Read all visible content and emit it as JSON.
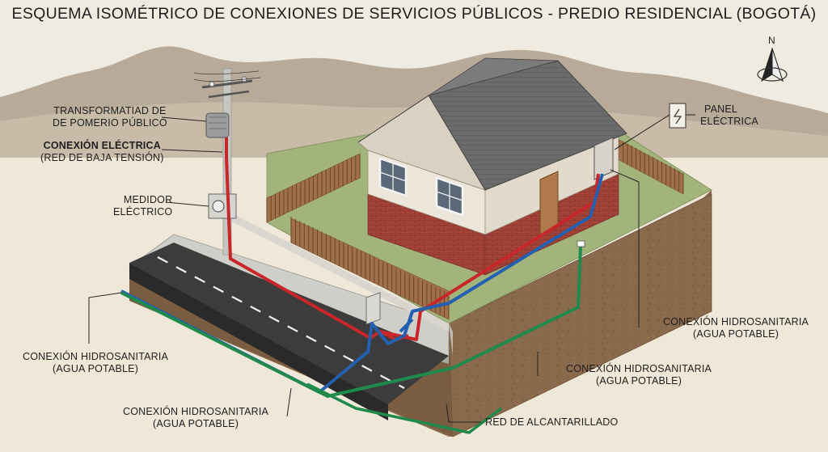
{
  "title": "ESQUEMA ISOMÉTRICO DE CONEXIONES DE SERVICIOS PÚBLICOS - PREDIO RESIDENCIAL (BOGOTÁ)",
  "compass": {
    "north": "N",
    "icon": "north-arrow-icon"
  },
  "labels": {
    "transformer": [
      "TRANSFORMATIAD DE",
      "DE POMERIO PÚBLICO"
    ],
    "electric_connection": [
      "CONEXIÓN ELÉCTRICA",
      "(RED DE BAJA TENSIÓN)"
    ],
    "meter": [
      "MEDIDOR",
      "ELÉCTRICO"
    ],
    "panel": [
      "PANEL",
      "ELÉCTRICA"
    ],
    "water_right": [
      "CONEXIÓN HIDROSANITARIA",
      "(AGUA POTABLE)"
    ],
    "water_left": [
      "CONEXIÓN HIDROSANITARIA",
      "(AGUA POTABLE)"
    ],
    "water_middle": [
      "CONEXIÓN HIDROSANITARIA",
      "(AGUA POTABLE)"
    ],
    "water_bottom": [
      "CONEXIÓN HIDROSANITARIA",
      "(AGUA POTABLE)"
    ],
    "sewer": "RED DE ALCANTARILLADO"
  },
  "colors": {
    "electric": "#c8262a",
    "water": "#2360b0",
    "sewer": "#1f8a4c",
    "brick": "#a8453a",
    "roof": "#6e6e6e",
    "wall": "#ece6da",
    "grass": "#a3b37c",
    "soil": "#8a6a4c",
    "asphalt": "#3c3c3c",
    "fence": "#a0704a",
    "mountains": "#b8aa98"
  }
}
